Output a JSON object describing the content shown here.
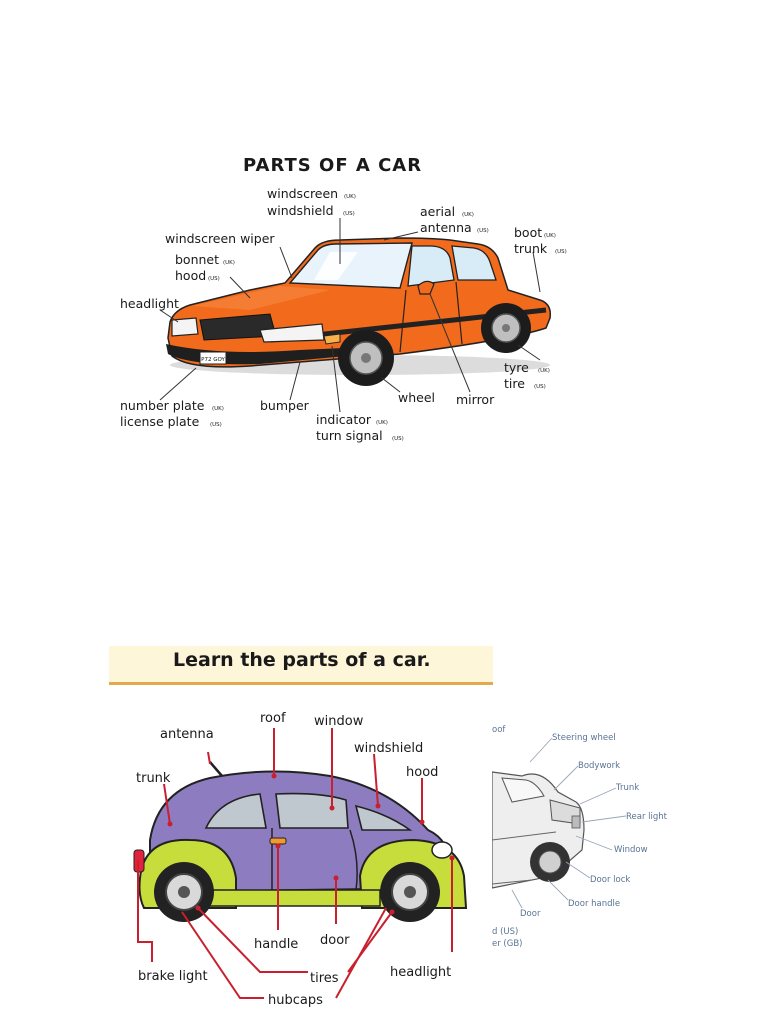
{
  "diagram_uk_us": {
    "title": "PARTS OF A CAR",
    "plate_text": "P72 GOY",
    "labels": {
      "windscreen": "windscreen",
      "windscreen_tag": "(UK)",
      "windshield": "windshield",
      "windshield_tag": "(US)",
      "aerial": "aerial",
      "aerial_tag": "(UK)",
      "antenna": "antenna",
      "antenna_tag": "(US)",
      "boot": "boot",
      "boot_tag": "(UK)",
      "trunk": "trunk",
      "trunk_tag": "(US)",
      "windscreen_wiper": "windscreen wiper",
      "bonnet": "bonnet",
      "bonnet_tag": "(UK)",
      "hood": "hood",
      "hood_tag": "(US)",
      "headlight": "headlight",
      "tyre": "tyre",
      "tyre_tag": "(UK)",
      "tire": "tire",
      "tire_tag": "(US)",
      "number_plate": "number plate",
      "number_plate_tag": "(UK)",
      "license_plate": "license plate",
      "license_plate_tag": "(US)",
      "bumper": "bumper",
      "indicator": "indicator",
      "indicator_tag": "(UK)",
      "turn_signal": "turn signal",
      "turn_signal_tag": "(US)",
      "wheel": "wheel",
      "mirror": "mirror"
    }
  },
  "diagram_learn": {
    "banner": "Learn the parts of a car.",
    "labels": {
      "roof": "roof",
      "window": "window",
      "antenna": "antenna",
      "windshield": "windshield",
      "hood": "hood",
      "trunk": "trunk",
      "handle": "handle",
      "door": "door",
      "brake_light": "brake light",
      "tires": "tires",
      "headlight": "headlight",
      "hubcaps": "hubcaps"
    }
  },
  "diagram_partial": {
    "labels": {
      "roof_fragment": "oof",
      "steering_wheel": "Steering wheel",
      "bodywork": "Bodywork",
      "trunk": "Trunk",
      "rear_light": "Rear light",
      "window": "Window",
      "door_lock": "Door lock",
      "door_handle": "Door handle",
      "door": "Door",
      "us_fragment": "d (US)",
      "gb_fragment": "er (GB)"
    }
  },
  "colors": {
    "sedan_body": "#f26a1b",
    "beetle_body": "#8d7dc0",
    "beetle_fender": "#c6dd3c",
    "leader_line": "#c8202e",
    "banner_bg": "#fdf6d8",
    "banner_rule": "#e3a94c"
  }
}
